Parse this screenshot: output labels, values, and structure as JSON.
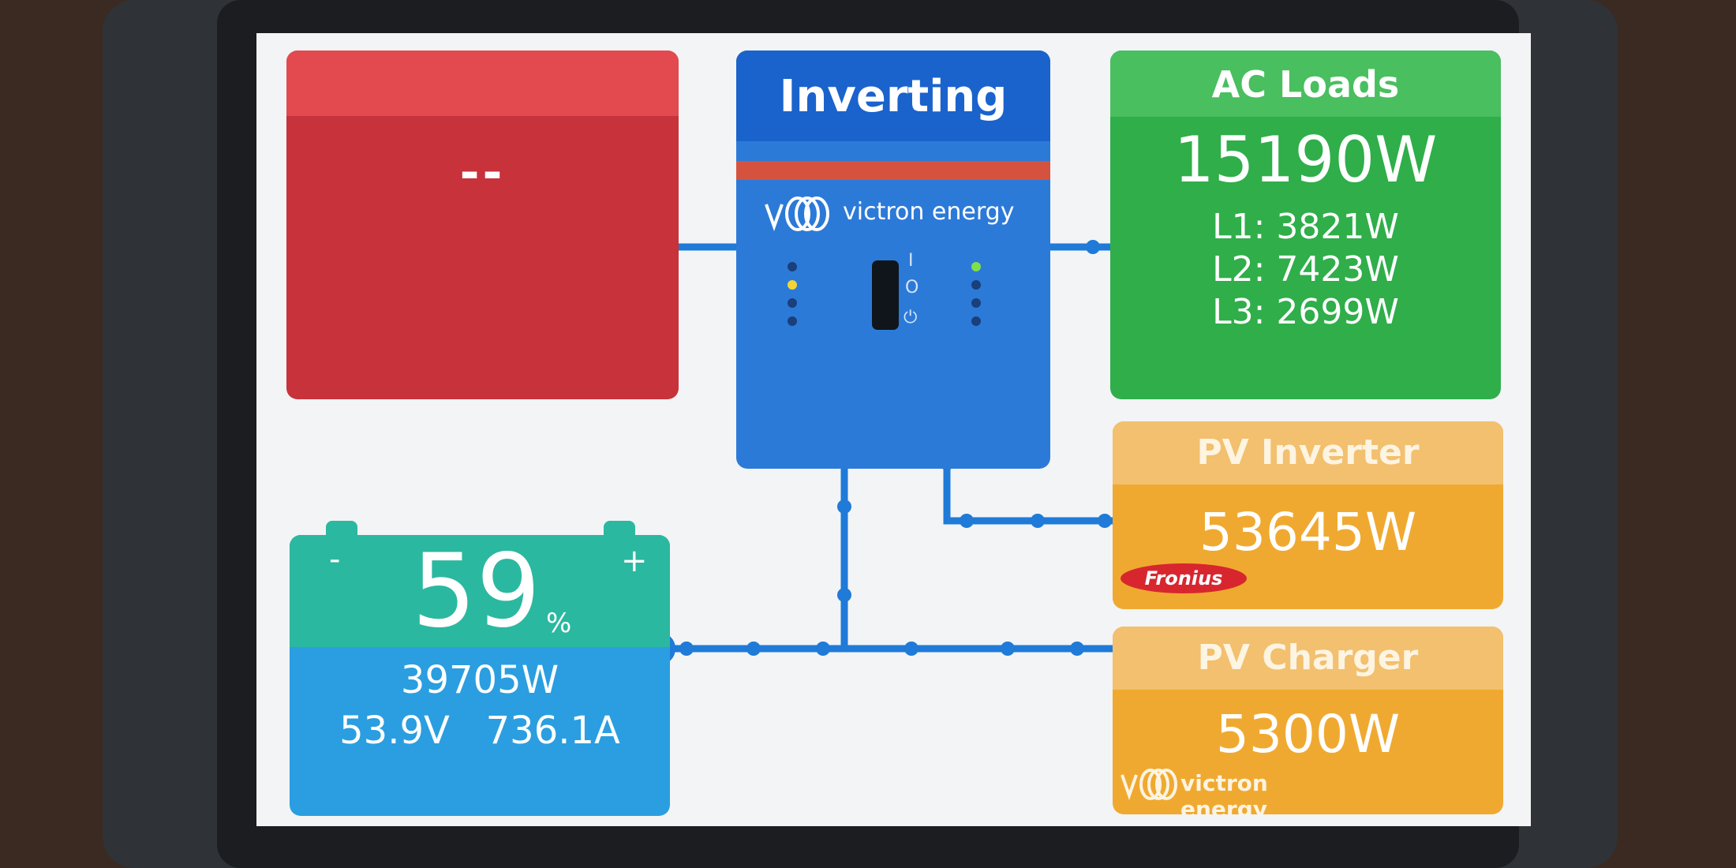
{
  "ac_input": {
    "value": "--"
  },
  "inverter": {
    "status": "Inverting",
    "brand": "victron energy",
    "switch_symbols": {
      "on": "I",
      "off": "O",
      "power": "⏻"
    }
  },
  "ac_loads": {
    "title": "AC Loads",
    "total": "15190W",
    "phases": [
      "L1: 3821W",
      "L2: 7423W",
      "L3: 2699W"
    ]
  },
  "pv_inverter": {
    "title": "PV Inverter",
    "value": "53645W",
    "logo_text": "Fronius"
  },
  "pv_charger": {
    "title": "PV Charger",
    "value": "5300W",
    "brand": "victron energy"
  },
  "battery": {
    "minus_sign": "-",
    "plus_sign": "+",
    "soc": "59",
    "soc_unit": "%",
    "power": "39705W",
    "voltage_current": "53.9V   736.1A"
  },
  "colors": {
    "ac_input": "#c8323a",
    "inverter": "#2c7ad8",
    "ac_loads": "#2fae4a",
    "pv": "#f0a930",
    "battery_top": "#2bb8a0",
    "battery_bottom": "#2a9ee0",
    "wire": "#1f7ad8"
  }
}
